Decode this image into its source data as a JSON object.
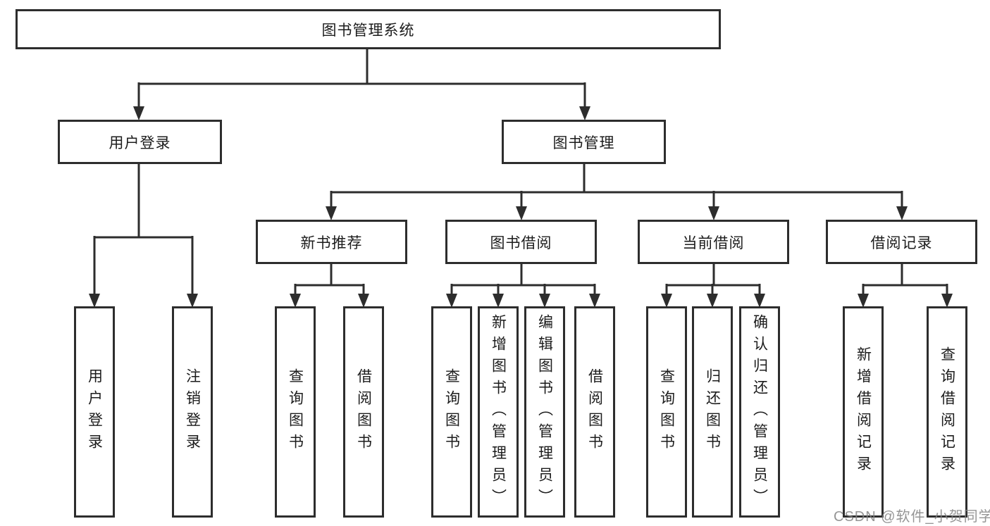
{
  "diagram_title": "图书管理系统",
  "tree": {
    "root": {
      "label": "图书管理系统"
    },
    "children": [
      {
        "label": "用户登录",
        "children": [
          {
            "label": "用户登录"
          },
          {
            "label": "注销登录"
          }
        ]
      },
      {
        "label": "图书管理",
        "children": [
          {
            "label": "新书推荐",
            "children": [
              {
                "label": "查询图书"
              },
              {
                "label": "借阅图书"
              }
            ]
          },
          {
            "label": "图书借阅",
            "children": [
              {
                "label": "查询图书"
              },
              {
                "label": "新增图书（管理员）"
              },
              {
                "label": "编辑图书（管理员）"
              },
              {
                "label": "借阅图书"
              }
            ]
          },
          {
            "label": "当前借阅",
            "children": [
              {
                "label": "查询图书"
              },
              {
                "label": "归还图书"
              },
              {
                "label": "确认归还（管理员）"
              }
            ]
          },
          {
            "label": "借阅记录",
            "children": [
              {
                "label": "新增借阅记录"
              },
              {
                "label": "查询借阅记录"
              }
            ]
          }
        ]
      }
    ]
  },
  "watermark": {
    "text": "CSDN @软件_小贺同学",
    "color": "#828282"
  },
  "colors": {
    "line": "#2d2d2d",
    "box_border": "#2d2d2d",
    "box_background": "#ffffff",
    "label_text": "#1c1c1c",
    "page_background": "#ffffff"
  }
}
